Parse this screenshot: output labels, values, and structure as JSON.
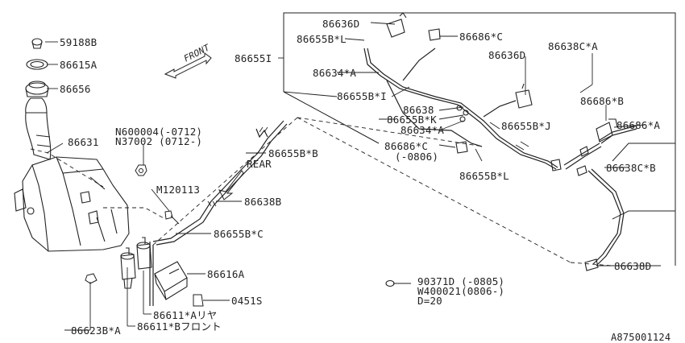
{
  "labels": {
    "p59188b": "59188B",
    "p86615a": "86615A",
    "p86656": "86656",
    "p86631": "86631",
    "n600004": "N600004(-0712)",
    "n37002": "N37002 (0712-)",
    "m120113": "M120113",
    "p86623ba": "86623B*A",
    "p86611bf": "86611*Bフロント",
    "p86611ar": "86611*Aリヤ",
    "p0451s": "0451S",
    "p86616a": "86616A",
    "p86655bc": "86655B*C",
    "p86638b": "86638B",
    "rear": "REAR",
    "front": "FRONT",
    "p86655bb": "86655B*B",
    "p86655i": "86655I",
    "p86636d_top": "86636D",
    "p86655bl_top": "86655B*L",
    "p86686c_top": "86686*C",
    "p86634a_1": "86634*A",
    "p86655bi": "86655B*I",
    "p86638": "86638",
    "p86655bk": "86655B*K",
    "p86634a_2": "86634*A",
    "p86686c_2": "86686*C",
    "p0806": "(-0806)",
    "p86655bl_2": "86655B*L",
    "p86655bj": "86655B*J",
    "p86636d_2": "86636D",
    "p86638ca": "86638C*A",
    "p86686b": "86686*B",
    "p86686a": "86686*A",
    "p86638cb": "86638C*B",
    "p86638d": "86638D",
    "p90371d": "90371D (-0805)",
    "w400021": "W400021(0806-)",
    "d20": "D=20",
    "diagram_id": "A875001124"
  }
}
